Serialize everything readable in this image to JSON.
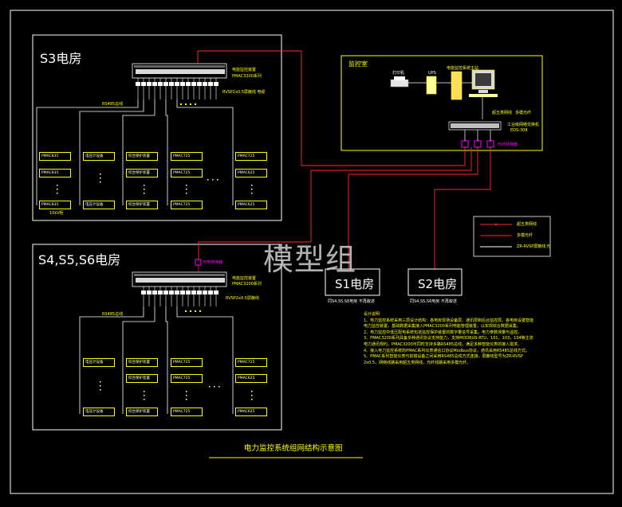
{
  "watermark": "模型组",
  "s3_room": {
    "title": "S3电房",
    "switch_label": "电能监控装置",
    "switch_model": "PMAC3200系列",
    "cable_label": "RVSP2x0.5屏蔽线   电缆",
    "bus_label": "RS485总线",
    "devices_col1": [
      "PMAC835",
      "PMAC835",
      "PMAC835"
    ],
    "devices_col2": [
      "电压计设备",
      "电压计设备"
    ],
    "devices_col3": [
      "综合保护装置",
      "综合保护装置",
      "综合保护装置"
    ],
    "devices_col4": [
      "PMAC725",
      "PMAC725",
      "PMAC725"
    ],
    "devices_col5": [
      "PMAC725",
      "PMAC625",
      "PMAC625"
    ],
    "foot_label": "10kV柜"
  },
  "s456_room": {
    "title": "S4,S5,S6电房",
    "switch_label": "电能监控装置",
    "switch_model": "PMAC3200系列",
    "cable_label": "RVSP2x0.5屏蔽线",
    "bus_label": "RS485总线",
    "converter_label": "光电转换器",
    "devices_col2": [
      "电压计设备",
      "电压计设备"
    ],
    "devices_col3": [
      "综合保护装置",
      "综合保护装置",
      "综合保护装置"
    ],
    "devices_col4": [
      "PMAC725",
      "PMAC725",
      "PMAC725"
    ],
    "devices_col5": [
      "PMAC725",
      "PMAC625",
      "PMAC625"
    ]
  },
  "control_room": {
    "title": "监控室",
    "printer": "打印机",
    "ups": "UPS",
    "pc_label": "电能监控系统主站",
    "cable_label": "超五类网线",
    "fiber_label": "多模光纤",
    "switch_label": "工业级网络交换机",
    "switch_model": "EDS-308",
    "converter_label": "光纤转换器"
  },
  "s1_room": {
    "title": "S1电房",
    "caption": "同S4,S5,S6电房 不再叙述"
  },
  "s2_room": {
    "title": "S2电房",
    "caption": "同S4,S5,S6电房 不再叙述"
  },
  "legend": {
    "items": [
      "超五类网线",
      "多模光纤",
      "ZR-RVSP屏蔽线"
    ],
    "suffix": "光"
  },
  "notes": {
    "title": "设计说明",
    "lines": [
      "1、电力监控系统采用三层设计结构：各电房现场设备层、通讯层和后台监控层。各电房设置智能电力监控装置，基础数据采集接入PMAC3200系列电能管理装置，以实现综合数据采集。",
      "2、电力监控中低压配电系统包括监控保护装置的数字量信号采集，电力参数测量与遥控。",
      "3、PMAC3200系列具备多种通讯协议支持能力，支持MODBUS-RTU，101，103，104等主流电力通讯规约。PMAC3200可同时支持多路RS485总线，满足多种智能仪表的接入需求。",
      "4、接入电力监控系统的PMAC系列仪表通信口协议Modbus协议，通讯采用RS485总线方式。",
      "5、PMAC系列智能仪表与前端设备之间采用RS485总线方式连接，屏蔽线型号为ZR-RVSP 2x0.5，网络线路采用超五类网线，光纤线路采用多模光纤。"
    ]
  },
  "bottom_title": "电力监控系统组网结构示意图",
  "colors": {
    "frame": "#ffffff",
    "device": "#ffff00",
    "bus": "#ffffff",
    "fiber": "#ff2a2a",
    "converter": "#ff00ff",
    "notes": "#ffff00"
  }
}
